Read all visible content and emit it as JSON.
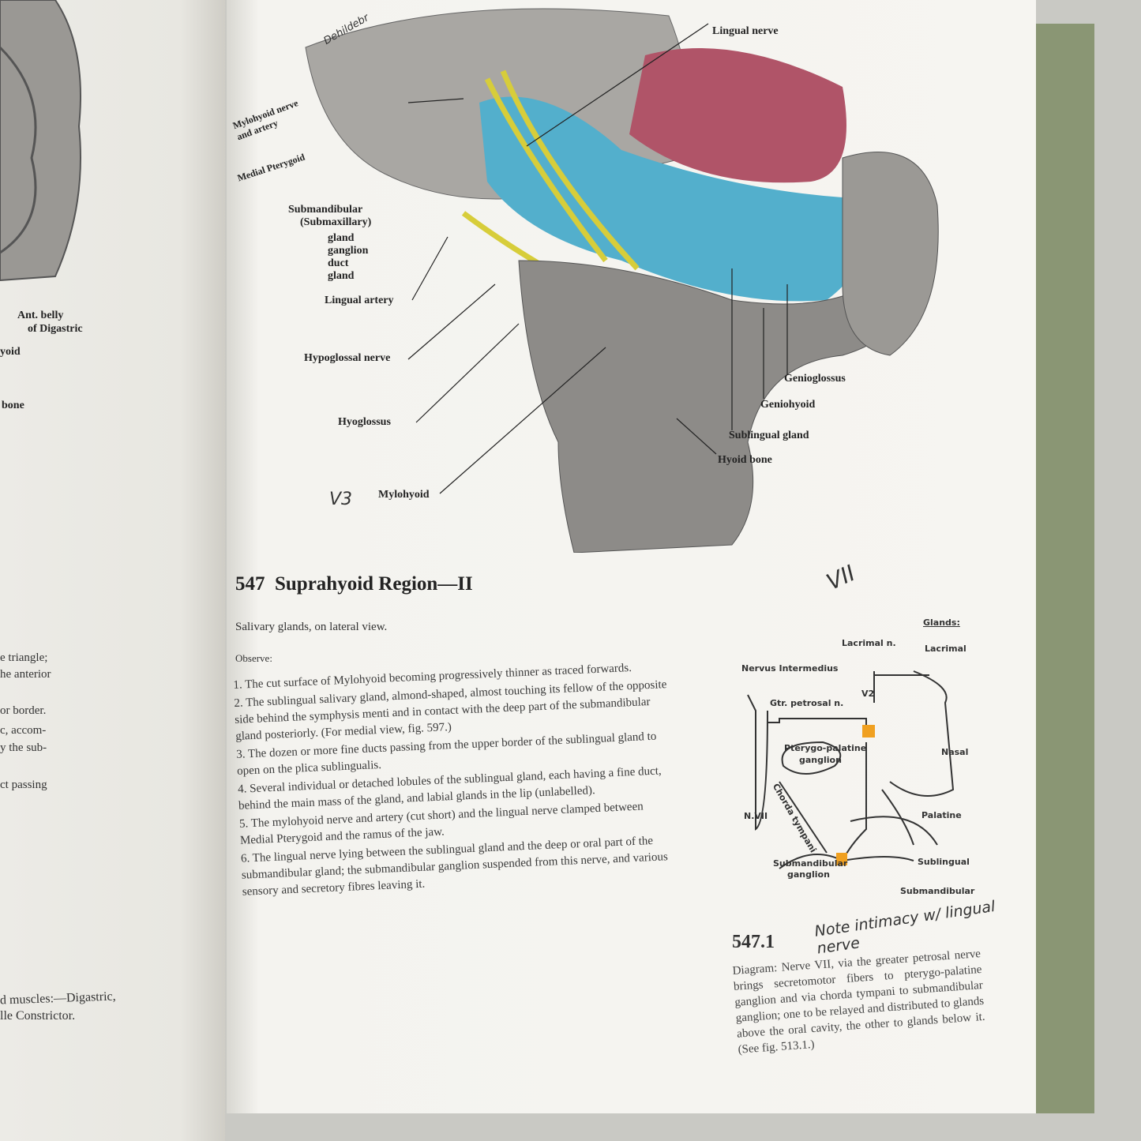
{
  "left_page": {
    "labels": [
      "Ant. belly",
      "of Digastric",
      "yoid",
      "bone"
    ],
    "text_lines": [
      "e triangle;",
      "he anterior",
      "or border.",
      "c, accom-",
      "y the sub-",
      "ct passing",
      "d muscles:—Digastric,",
      "lle Constrictor."
    ]
  },
  "figure": {
    "signature": "Dehildebr",
    "labels": {
      "lingual_nerve": "Lingual nerve",
      "mylohyoid_nerve": "Mylohyoid nerve and artery",
      "medial_pterygoid": "Medial Pterygoid",
      "submandibular": "Submandibular",
      "submaxillary": "(Submaxillary)",
      "gland": "gland",
      "ganglion": "ganglion",
      "duct": "duct",
      "gland2": "gland",
      "lingual_artery": "Lingual artery",
      "hypoglossal": "Hypoglossal nerve",
      "hyoglossus": "Hyoglossus",
      "mylohyoid": "Mylohyoid",
      "genioglossus": "Genioglossus",
      "geniohyoid": "Geniohyoid",
      "sublingual_gland": "Sublingual gland",
      "hyoid_bone": "Hyoid bone"
    },
    "handwritten_v3": "V3"
  },
  "section": {
    "number": "547",
    "title": "Suprahyoid Region—II",
    "subtitle": "Salivary glands, on lateral view.",
    "observe": "Observe:",
    "items": [
      "1. The cut surface of Mylohyoid becoming progressively thinner as traced forwards.",
      "2. The sublingual salivary gland, almond-shaped, almost touching its fellow of the opposite side behind the symphysis menti and in contact with the deep part of the submandibular gland posteriorly. (For medial view, fig. 597.)",
      "3. The dozen or more fine ducts passing from the upper border of the sublingual gland to open on the plica sublingualis.",
      "4. Several individual or detached lobules of the sublingual gland, each having a fine duct, behind the main mass of the gland, and labial glands in the lip (unlabelled).",
      "5. The mylohyoid nerve and artery (cut short) and the lingual nerve clamped between Medial Pterygoid and the ramus of the jaw.",
      "6. The lingual nerve lying between the sublingual gland and the deep or oral part of the submandibular gland; the submandibular ganglion suspended from this nerve, and various sensory and secretory fibres leaving it."
    ]
  },
  "diagram": {
    "handwritten_vii": "VII",
    "labels": {
      "glands": "Glands:",
      "lacrimal_n": "Lacrimal n.",
      "lacrimal": "Lacrimal",
      "nervus_intermedius": "Nervus Intermedius",
      "v2": "V2",
      "gtr_petrosal": "Gtr. petrosal n.",
      "pterygo": "Pterygo-palatine",
      "pterygo2": "ganglion",
      "nasal": "Nasal",
      "chorda": "Chorda tympani",
      "n_vii": "N.VII",
      "palatine": "Palatine",
      "submand_ganglion": "Submandibular",
      "submand_ganglion2": "ganglion",
      "sublingual": "Sublingual",
      "submandibular": "Submandibular"
    },
    "figure_number": "547.1",
    "handwritten_note": "Note intimacy w/ lingual nerve",
    "caption": "Diagram: Nerve VII, via the greater petrosal nerve brings secretomotor fibers to pterygo-palatine ganglion and via chorda tympani to submandibular ganglion; one to be relayed and distributed to glands above the oral cavity, the other to glands below it. (See fig. 513.1.)"
  }
}
